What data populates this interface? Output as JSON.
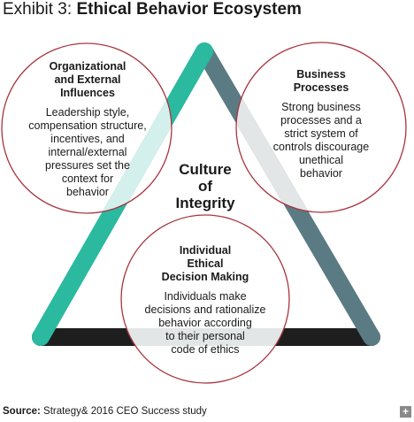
{
  "title": {
    "prefix": "Exhibit 3: ",
    "main": "Ethical Behavior Ecosystem"
  },
  "center": {
    "lines": [
      "Culture",
      "of",
      "Integrity"
    ]
  },
  "circles": {
    "org": {
      "heading": [
        "Organizational",
        "and External",
        "Influences"
      ],
      "body": [
        "Leadership style,",
        "compensation structure,",
        "incentives, and",
        "internal/external",
        "pressures set the",
        "context for",
        "behavior"
      ]
    },
    "business": {
      "heading": [
        "Business",
        "Processes"
      ],
      "body": [
        "Strong business",
        "processes and a",
        "strict system of",
        "controls discourage",
        "unethical",
        "behavior"
      ]
    },
    "individual": {
      "heading": [
        "Individual",
        "Ethical",
        "Decision Making"
      ],
      "body": [
        "Individuals make",
        "decisions and rationalize",
        "behavior according",
        "to their personal",
        "code of ethics"
      ]
    }
  },
  "source": {
    "label": "Source:",
    "text": " Strategy& 2016 CEO Success study"
  },
  "colors": {
    "left_edge": "#2bb9a0",
    "right_edge": "#5a7a84",
    "base_edge": "#1e1e1e",
    "circle_stroke": "#a8353f",
    "overlap": "#e2e6e7"
  }
}
